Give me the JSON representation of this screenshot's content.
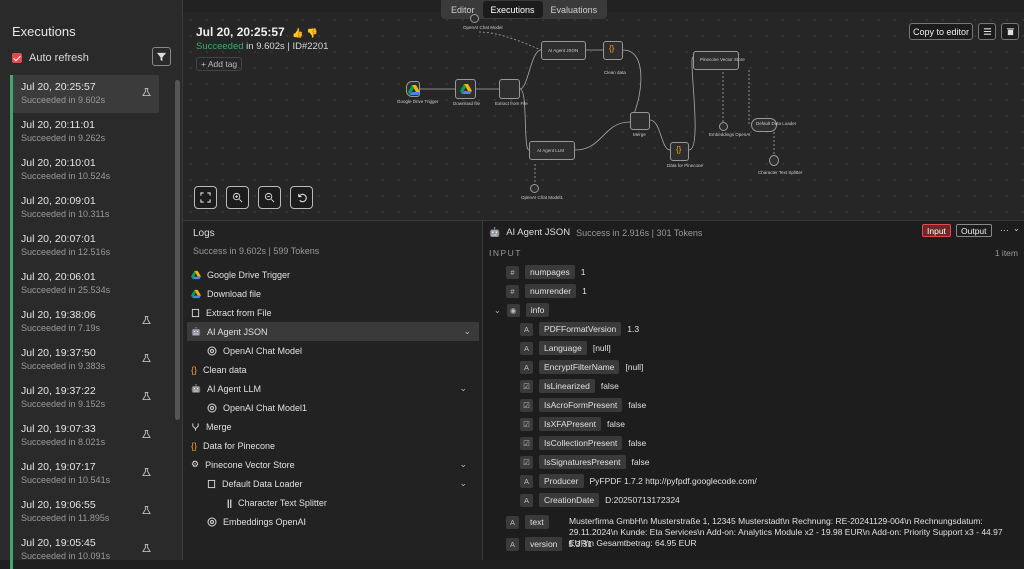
{
  "sidebar": {
    "title": "Executions",
    "auto_refresh_label": "Auto refresh",
    "items": [
      {
        "date": "Jul 20, 20:25:57",
        "status": "Succeeded in 9.602s"
      },
      {
        "date": "Jul 20, 20:11:01",
        "status": "Succeeded in 9.262s"
      },
      {
        "date": "Jul 20, 20:10:01",
        "status": "Succeeded in 10.524s"
      },
      {
        "date": "Jul 20, 20:09:01",
        "status": "Succeeded in 10.311s"
      },
      {
        "date": "Jul 20, 20:07:01",
        "status": "Succeeded in 12.516s"
      },
      {
        "date": "Jul 20, 20:06:01",
        "status": "Succeeded in 25.534s"
      },
      {
        "date": "Jul 20, 19:38:06",
        "status": "Succeeded in 7.19s"
      },
      {
        "date": "Jul 20, 19:37:50",
        "status": "Succeeded in 9.383s"
      },
      {
        "date": "Jul 20, 19:37:22",
        "status": "Succeeded in 9.152s"
      },
      {
        "date": "Jul 20, 19:07:33",
        "status": "Succeeded in 8.021s"
      },
      {
        "date": "Jul 20, 19:07:17",
        "status": "Succeeded in 10.541s"
      },
      {
        "date": "Jul 20, 19:06:55",
        "status": "Succeeded in 11.895s"
      },
      {
        "date": "Jul 20, 19:05:45",
        "status": "Succeeded in 10.091s"
      }
    ]
  },
  "tabs": [
    "Editor",
    "Executions",
    "Evaluations"
  ],
  "header": {
    "title": "Jul 20, 20:25:57",
    "status": "Succeeded",
    "duration": " in 9.602s | ID#2201",
    "add_tag": "+ Add tag",
    "copy_label": "Copy to editor"
  },
  "workflow": {
    "nodes": [
      "Google Drive Trigger",
      "Download file",
      "Extract from File",
      "AI Agent JSON",
      "OpenAI Chat Model",
      "Clean data",
      "AI Agent LLM",
      "OpenAI Chat Model1",
      "Merge",
      "Data for Pinecone",
      "Pinecone Vector Store",
      "Embeddings OpenAI",
      "Default Data Loader",
      "Character Text Splitter"
    ]
  },
  "logs": {
    "title": "Logs",
    "meta": "Success in 9.602s  |  599 Tokens",
    "rows": [
      "Google Drive Trigger",
      "Download file",
      "Extract from File",
      "AI Agent JSON",
      "OpenAI Chat Model",
      "Clean data",
      "AI Agent LLM",
      "OpenAI Chat Model1",
      "Merge",
      "Data for Pinecone",
      "Pinecone Vector Store",
      "Default Data Loader",
      "Character Text Splitter",
      "Embeddings OpenAI"
    ]
  },
  "output": {
    "node_title": "AI Agent JSON",
    "meta": "Success in 2.916s  |  301 Tokens",
    "input_btn": "Input",
    "output_btn": "Output",
    "section": "INPUT",
    "count": "1 item",
    "fields": [
      {
        "type": "#",
        "key": "numpages",
        "val": "1"
      },
      {
        "type": "#",
        "key": "numrender",
        "val": "1"
      },
      {
        "type": "obj",
        "key": "info",
        "val": ""
      },
      {
        "type": "A",
        "key": "PDFFormatVersion",
        "val": "1.3"
      },
      {
        "type": "A",
        "key": "Language",
        "val": "[null]"
      },
      {
        "type": "A",
        "key": "EncryptFilterName",
        "val": "[null]"
      },
      {
        "type": "bool",
        "key": "IsLinearized",
        "val": "false"
      },
      {
        "type": "bool",
        "key": "IsAcroFormPresent",
        "val": "false"
      },
      {
        "type": "bool",
        "key": "IsXFAPresent",
        "val": "false"
      },
      {
        "type": "bool",
        "key": "IsCollectionPresent",
        "val": "false"
      },
      {
        "type": "bool",
        "key": "IsSignaturesPresent",
        "val": "false"
      },
      {
        "type": "A",
        "key": "Producer",
        "val": "PyFPDF 1.7.2 http://pyfpdf.googlecode.com/"
      },
      {
        "type": "A",
        "key": "CreationDate",
        "val": "D:20250713172324"
      },
      {
        "type": "A",
        "key": "text",
        "val": ""
      },
      {
        "type": "A",
        "key": "version",
        "val": "5.3.31"
      }
    ],
    "text_value": "Musterfirma GmbH\\n Musterstraße 1, 12345 Musterstadt\\n Rechnung: RE-20241129-004\\n Rechnungsdatum: 29.11.2024\\n Kunde: Eta Services\\n Add-on: Analytics Module x2 - 19.98 EUR\\n Add-on: Priority Support x3 - 44.97 EUR\\n Gesamtbetrag: 64.95 EUR"
  }
}
